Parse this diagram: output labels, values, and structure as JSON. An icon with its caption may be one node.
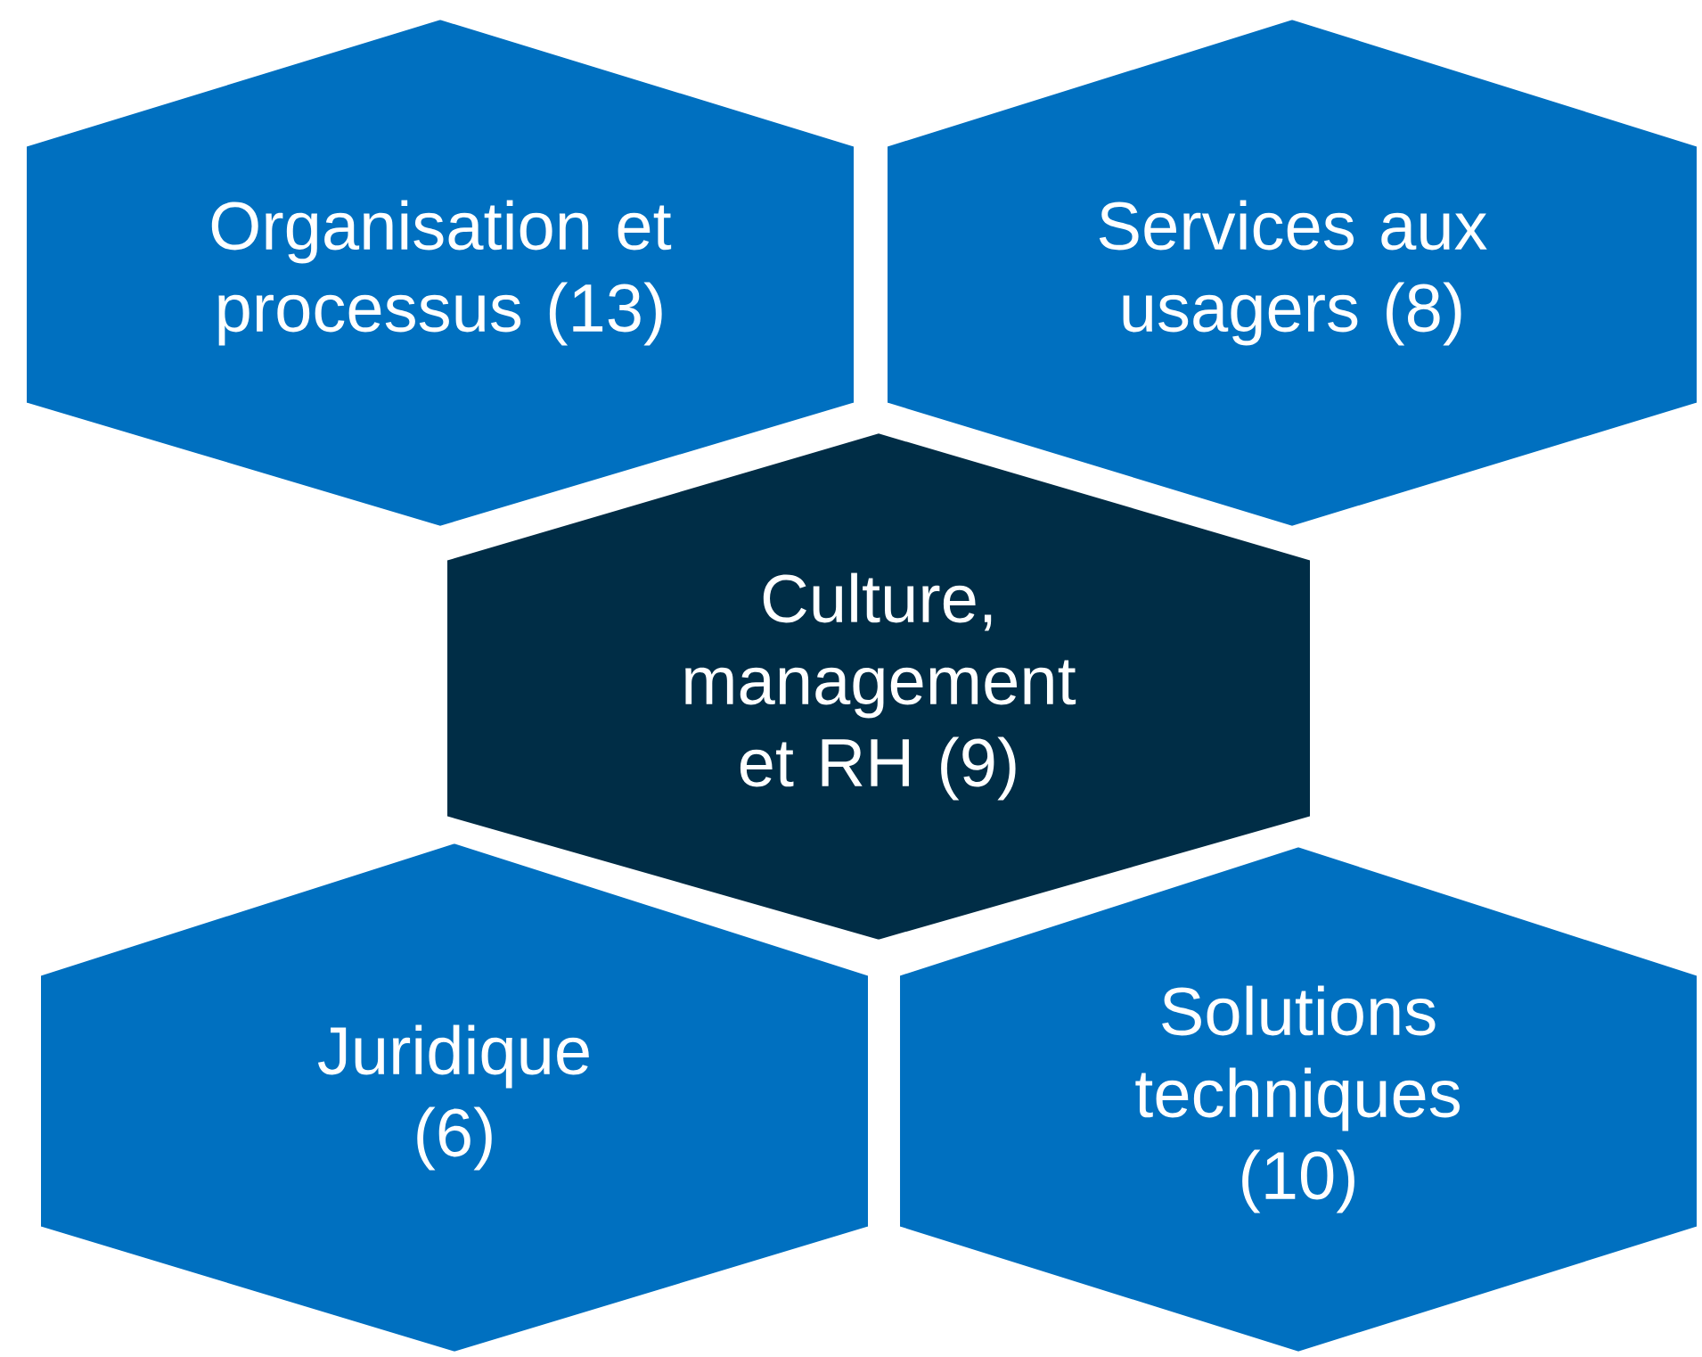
{
  "diagram": {
    "nodes": [
      {
        "text": [
          "Organisation et processus (13)"
        ]
      },
      {
        "text": [
          "Services aux usagers (8)"
        ]
      },
      {
        "text": [
          "Culture, management et RH (9)"
        ]
      },
      {
        "text": [
          "Juridique (6)"
        ]
      },
      {
        "text": [
          "Solutions techniques (10)"
        ]
      }
    ]
  }
}
